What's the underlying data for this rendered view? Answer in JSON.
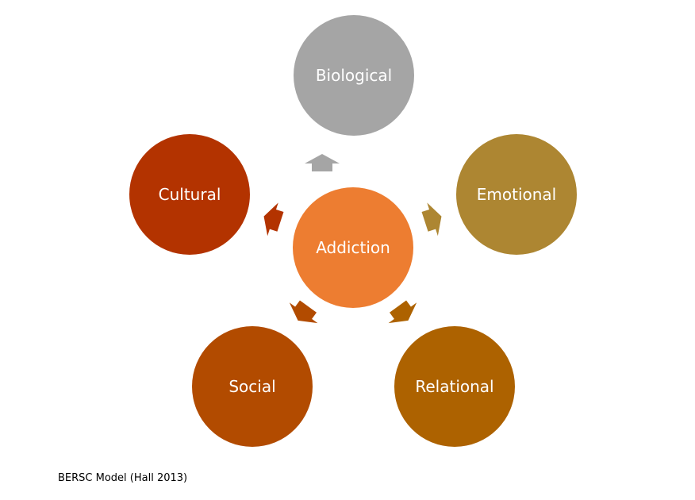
{
  "diagram": {
    "center": {
      "label": "Addiction",
      "color": "#ED7D31"
    },
    "nodes": [
      {
        "id": "biological",
        "label": "Biological",
        "color": "#A5A5A5",
        "arrow_color": "#A5A5A5"
      },
      {
        "id": "emotional",
        "label": "Emotional",
        "color": "#AD8632",
        "arrow_color": "#AD8632"
      },
      {
        "id": "relational",
        "label": "Relational",
        "color": "#AD6200",
        "arrow_color": "#AD6200"
      },
      {
        "id": "social",
        "label": "Social",
        "color": "#B24B00",
        "arrow_color": "#B24B00"
      },
      {
        "id": "cultural",
        "label": "Cultural",
        "color": "#B33300",
        "arrow_color": "#B33300"
      }
    ]
  },
  "caption": "BERSC Model (Hall 2013)"
}
